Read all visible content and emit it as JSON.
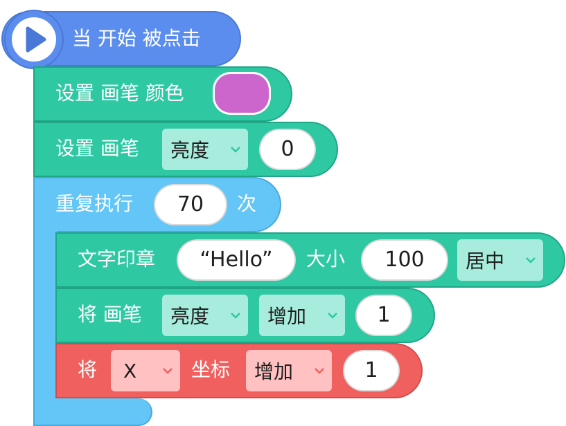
{
  "hat": {
    "play_icon": "play-icon",
    "label": "当 开始 被点击"
  },
  "block1": {
    "label": "设置 画笔 颜色",
    "color": "#cc66cc"
  },
  "block2": {
    "label": "设置 画笔",
    "dropdown": "亮度",
    "value": "0"
  },
  "repeat": {
    "label_pre": "重复执行",
    "count": "70",
    "label_post": "次"
  },
  "stamp": {
    "label": "文字印章",
    "text": "Hello",
    "quote_open": "“",
    "quote_close": "”",
    "size_label": "大小",
    "size": "100",
    "align": "居中"
  },
  "pen_change": {
    "label_pre": "将 画笔",
    "prop": "亮度",
    "op": "增加",
    "value": "1"
  },
  "coord_change": {
    "label_pre": "将",
    "axis": "X",
    "label_mid": "坐标",
    "op": "增加",
    "value": "1"
  },
  "colors": {
    "hat": "#5b8dee",
    "pen": "#2ec8a3",
    "control": "#63c6f7",
    "motion": "#f0605f"
  }
}
